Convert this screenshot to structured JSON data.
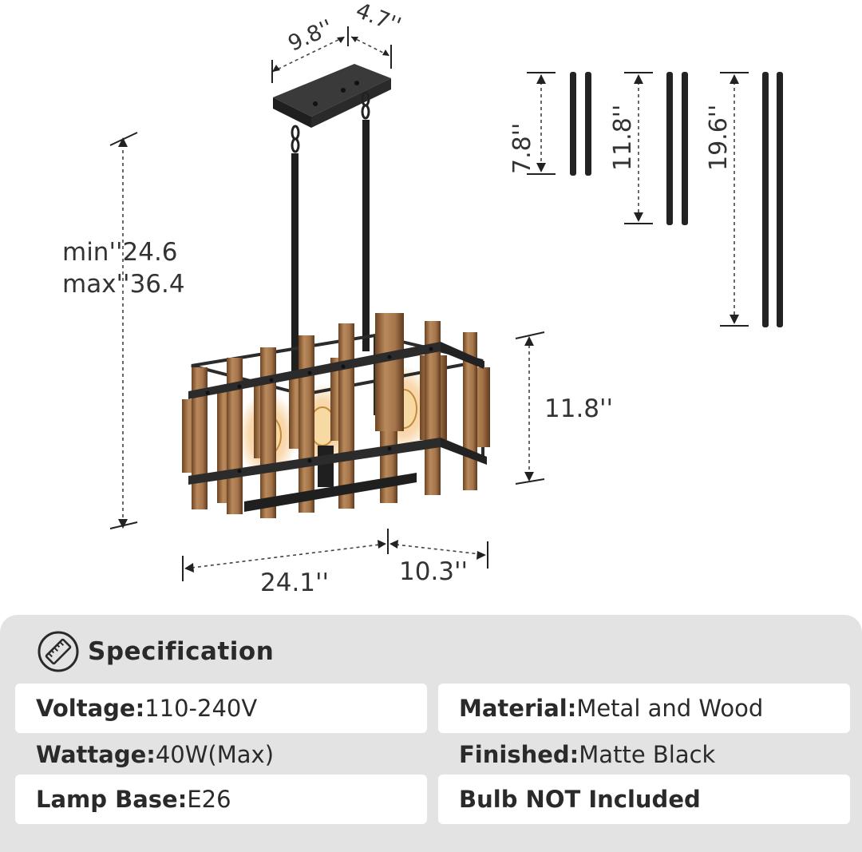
{
  "dimensions": {
    "canopy_length": "9.8''",
    "canopy_width": "4.7''",
    "rod_short": "7.8''",
    "rod_mid": "11.8''",
    "rod_long": "19.6''",
    "height_min": "min''24.6",
    "height_max": "max''36.4",
    "cage_height": "11.8''",
    "cage_length": "24.1''",
    "cage_width": "10.3''"
  },
  "specification": {
    "title": "Specification",
    "icon": "ruler-icon",
    "voltage_label": "Voltage:",
    "voltage_value": "110-240V",
    "wattage_label": "Wattage:",
    "wattage_value": "40W(Max)",
    "lamp_base_label": "Lamp Base:",
    "lamp_base_value": "E26",
    "material_label": "Material:",
    "material_value": "Metal and Wood",
    "finished_label": "Finished:",
    "finished_value": "Matte Black",
    "bulb_note": "Bulb NOT Included"
  },
  "colors": {
    "metal": "#2b2b2b",
    "wood_light": "#b8865a",
    "wood_dark": "#7a4e2c",
    "glow": "#f3b86a",
    "panel_bg": "#e3e3e3"
  }
}
